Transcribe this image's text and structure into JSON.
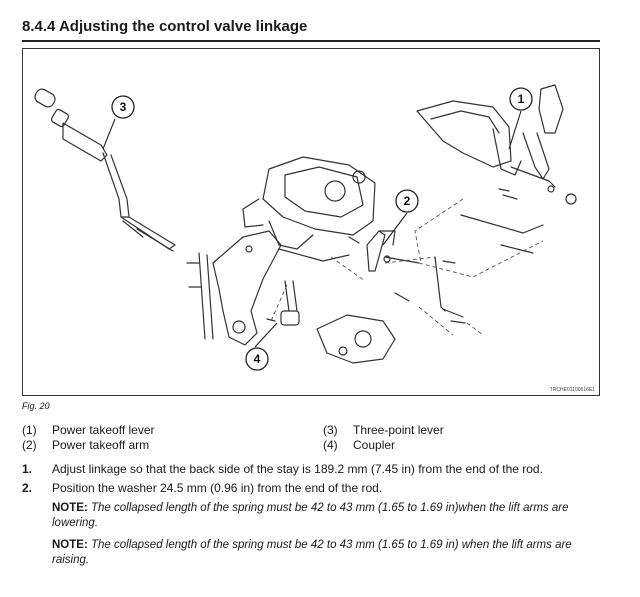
{
  "section": {
    "title": "8.4.4 Adjusting the control valve linkage"
  },
  "figure": {
    "callouts": [
      "1",
      "2",
      "3",
      "4"
    ],
    "reference": "TRCHE01100516E1",
    "caption": "Fig. 20"
  },
  "legend": [
    {
      "num": "(1)",
      "text": "Power takeoff lever"
    },
    {
      "num": "(2)",
      "text": "Power takeoff arm"
    },
    {
      "num": "(3)",
      "text": "Three-point lever"
    },
    {
      "num": "(4)",
      "text": "Coupler"
    }
  ],
  "steps": [
    {
      "num": "1.",
      "text": "Adjust linkage so that the back side of the stay is 189.2 mm (7.45 in) from the end of the rod."
    },
    {
      "num": "2.",
      "text": "Position the washer 24.5 mm (0.96 in) from the end of the rod."
    }
  ],
  "notes": [
    {
      "label": "NOTE:",
      "text": "The collapsed length of the spring must be 42 to 43 mm (1.65 to 1.69 in)when the lift arms are lowering."
    },
    {
      "label": "NOTE:",
      "text": "The collapsed length of the spring must be 42 to 43 mm (1.65 to 1.69 in) when the lift arms are raising."
    }
  ]
}
